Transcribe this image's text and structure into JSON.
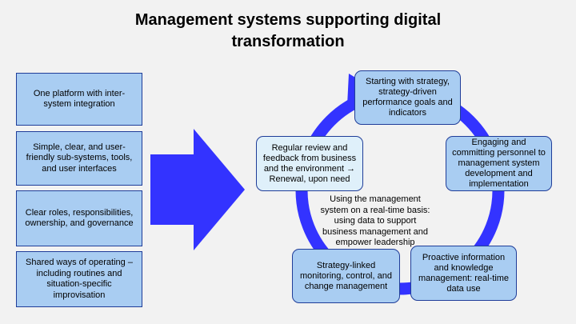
{
  "title_line1": "Management systems supporting digital",
  "title_line2": "transformation",
  "left_boxes": [
    "One platform with inter-system integration",
    "Simple, clear, and user-friendly sub-systems, tools, and user interfaces",
    "Clear roles, responsibilities, ownership, and governance",
    "Shared ways of operating – including routines and situation-specific improvisation"
  ],
  "cycle_boxes": {
    "top": "Starting with strategy, strategy-driven performance goals and indicators",
    "right": "Engaging and committing personnel to management system development and implementation",
    "bottom_right": "Proactive information and knowledge management: real-time data use",
    "bottom_left": "Strategy-linked monitoring, control, and change management",
    "left": "Regular review and feedback from business and the environment → Renewal, upon need"
  },
  "center_text": "Using the management system on a real-time basis: using data to support business management and empower leadership",
  "colors": {
    "box_fill": "#a9cdf2",
    "box_fill_light": "#dff0fa",
    "box_border": "#1f3d99",
    "arrow": "#3333ff"
  }
}
